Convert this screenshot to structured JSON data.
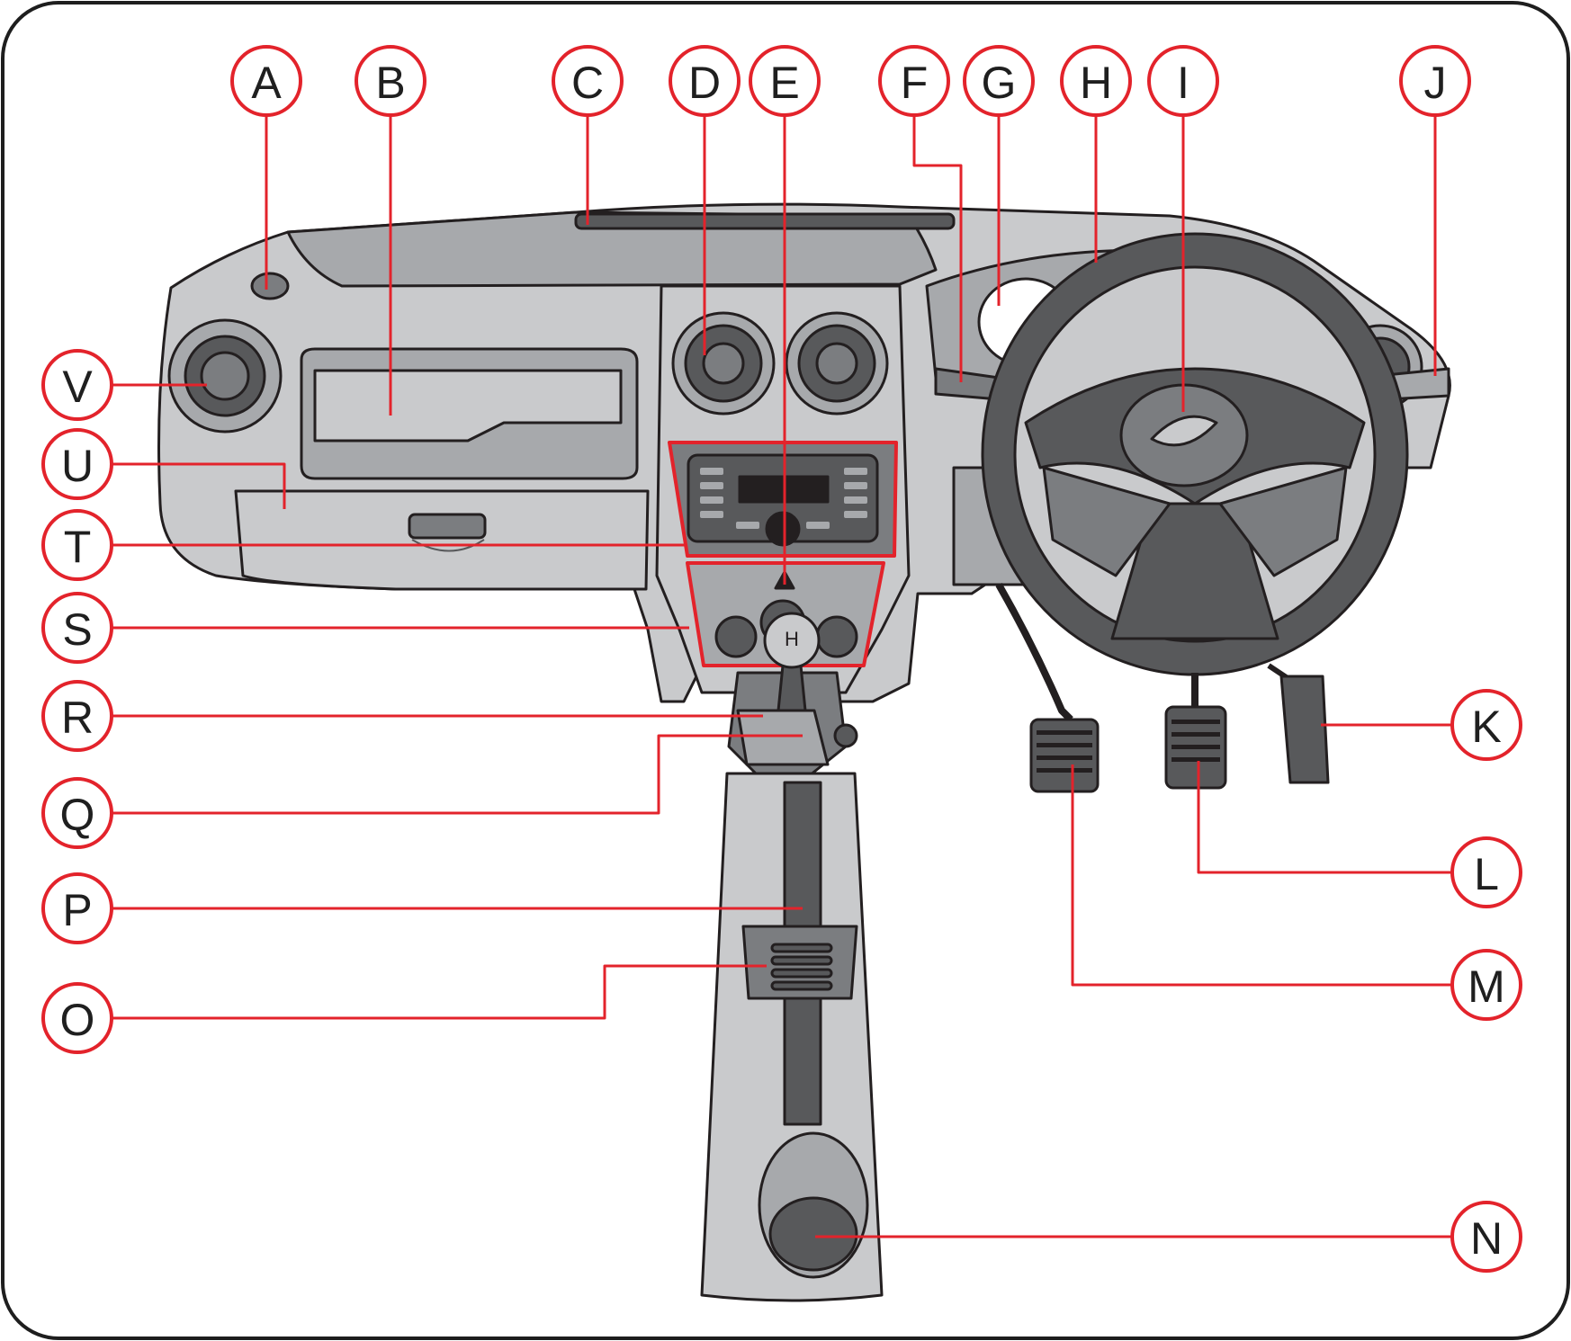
{
  "colors": {
    "accent": "#e3232b",
    "frame": "#1e1e1e",
    "dash_light": "#c9cacc",
    "dash_mid": "#a7a9ac",
    "dash_dark": "#7b7d80",
    "trim_dark": "#58595b",
    "black": "#231f20"
  },
  "callouts": [
    {
      "label": "A"
    },
    {
      "label": "B"
    },
    {
      "label": "C"
    },
    {
      "label": "D"
    },
    {
      "label": "E"
    },
    {
      "label": "F"
    },
    {
      "label": "G"
    },
    {
      "label": "H"
    },
    {
      "label": "I"
    },
    {
      "label": "J"
    },
    {
      "label": "K"
    },
    {
      "label": "L"
    },
    {
      "label": "M"
    },
    {
      "label": "N"
    },
    {
      "label": "O"
    },
    {
      "label": "P"
    },
    {
      "label": "Q"
    },
    {
      "label": "R"
    },
    {
      "label": "S"
    },
    {
      "label": "T"
    },
    {
      "label": "U"
    },
    {
      "label": "V"
    }
  ]
}
